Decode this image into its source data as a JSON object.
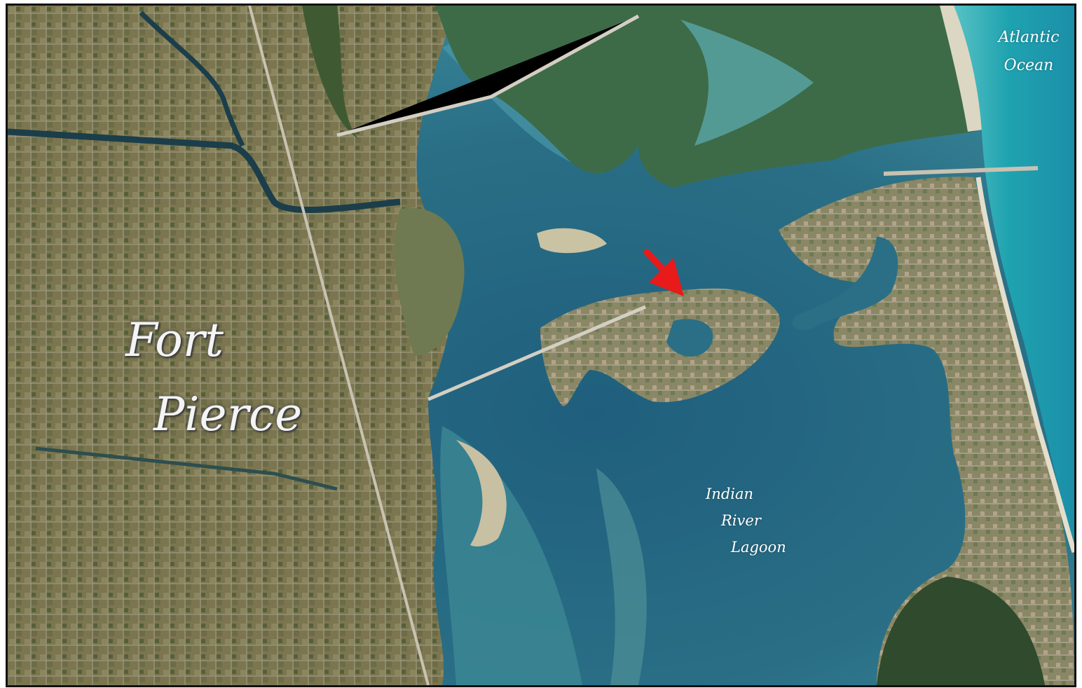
{
  "map": {
    "type": "aerial-satellite",
    "labels": {
      "city": [
        "Fort",
        "Pierce"
      ],
      "ocean": [
        "Atlantic",
        "Ocean"
      ],
      "lagoon": [
        "Indian",
        "River",
        "Lagoon"
      ]
    },
    "marker": {
      "kind": "arrow",
      "color": "#e81a1a"
    },
    "colors": {
      "deep_water": "#2a6f86",
      "shallow_water": "#4aa0b3",
      "ocean": "#1fa3b0",
      "land": "#7d7a52",
      "vegetation": "#3f5a32",
      "sand": "#d9d3bd"
    }
  }
}
